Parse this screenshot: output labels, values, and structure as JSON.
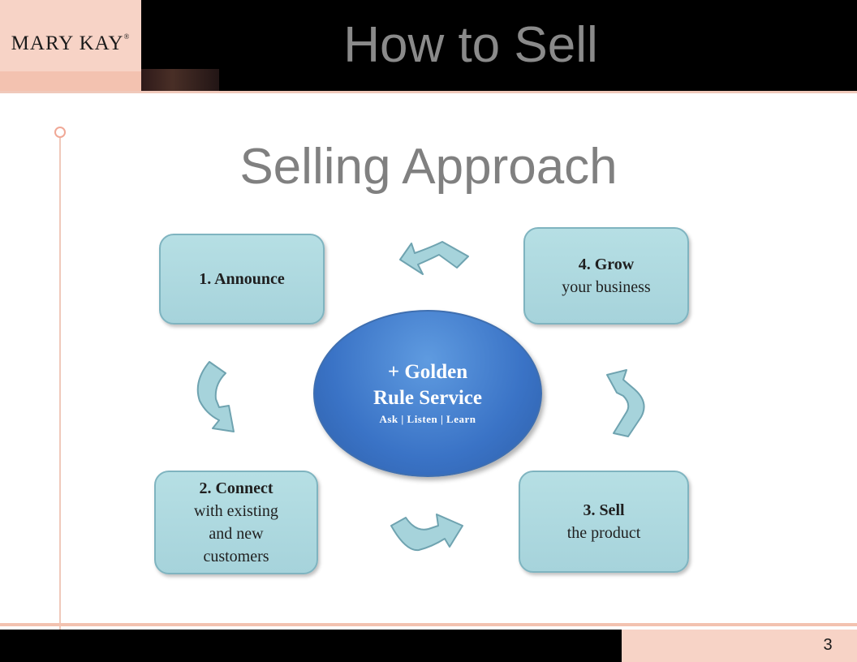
{
  "header": {
    "logo": "MARY KAY",
    "logo_mark": "®",
    "title": "How to Sell"
  },
  "slide": {
    "title": "Selling Approach"
  },
  "steps": {
    "announce": {
      "title": "1. Announce"
    },
    "connect": {
      "title": "2. Connect",
      "lines": [
        "with existing",
        "and new",
        "customers"
      ]
    },
    "sell": {
      "title": "3. Sell",
      "sub": "the product"
    },
    "grow": {
      "title": "4. Grow",
      "sub": "your business"
    }
  },
  "center": {
    "line1": "+ Golden",
    "line2": "Rule Service",
    "line3": "Ask | Listen | Learn"
  },
  "footer": {
    "page_number": "3"
  },
  "colors": {
    "box_fill": "#b6dfe4",
    "center_fill": "#3a73c6",
    "header_bg": "#000000",
    "accent_pink": "#f7d3c6"
  }
}
